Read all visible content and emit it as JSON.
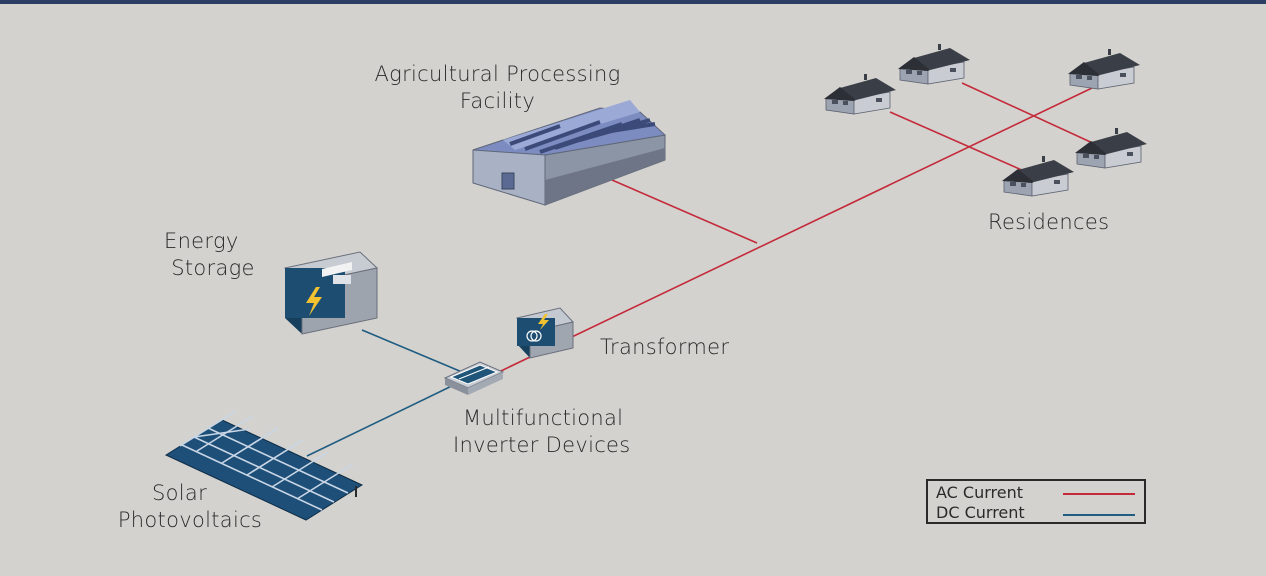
{
  "labels": {
    "facility_line1": "Agricultural Processing",
    "facility_line2": "Facility",
    "residences": "Residences",
    "storage_line1": "Energy",
    "storage_line2": "Storage",
    "transformer": "Transformer",
    "inverter_line1": "Multifunctional",
    "inverter_line2": "Inverter Devices",
    "solar_line1": "Solar",
    "solar_line2": "Photovoltaics"
  },
  "legend": {
    "ac_label": "AC Current",
    "dc_label": "DC Current"
  },
  "colors": {
    "ac": "#c42a3a",
    "dc": "#1f5d82",
    "header_bar": "#2c3e63"
  }
}
